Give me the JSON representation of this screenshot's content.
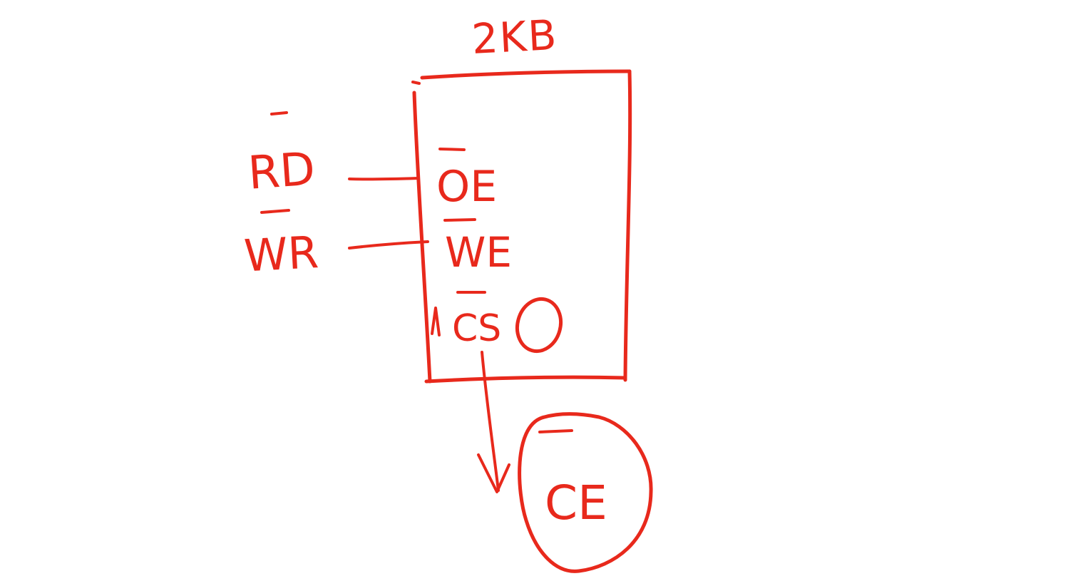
{
  "diagram": {
    "memory_size_label": "2KB",
    "inputs": [
      {
        "label": "RD",
        "overbar": true
      },
      {
        "label": "WR",
        "overbar": true
      }
    ],
    "chip_pins": [
      {
        "label": "OE",
        "overbar": true
      },
      {
        "label": "WE",
        "overbar": true
      },
      {
        "label": "CS",
        "overbar": true
      }
    ],
    "chip_enable_label": "CE",
    "chip_enable_overbar": true,
    "ink_color": "#e8291c"
  }
}
